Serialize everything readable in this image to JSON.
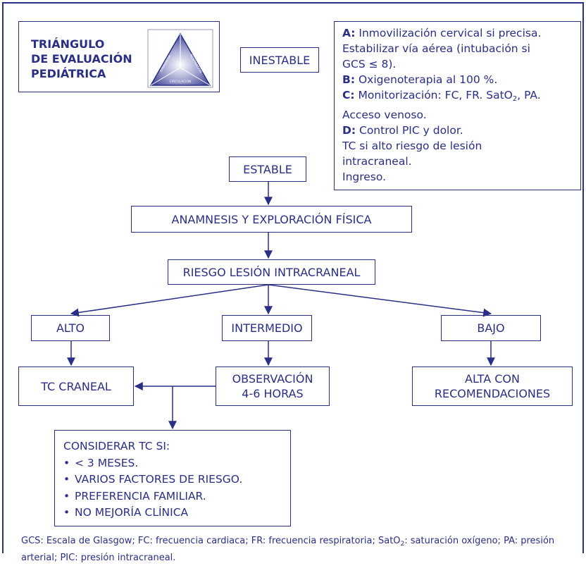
{
  "colors": {
    "primary": "#2a2f86",
    "background": "#ffffff"
  },
  "title": {
    "line1": "TRIÁNGULO",
    "line2": "DE EVALUACIÓN",
    "line3": "PEDIÁTRICA"
  },
  "triangle_labels": {
    "left": "APARIENCIA",
    "right": "RESPIRACIÓN",
    "bottom": "CIRCULACIÓN"
  },
  "nodes": {
    "inestable": "INESTABLE",
    "estable": "ESTABLE",
    "anamnesis": "ANAMNESIS Y EXPLORACIÓN FÍSICA",
    "riesgo": "RIESGO LESIÓN INTRACRANEAL",
    "alto": "ALTO",
    "intermedio": "INTERMEDIO",
    "bajo": "BAJO",
    "tc_craneal": "TC CRANEAL",
    "observacion_1": "OBSERVACIÓN",
    "observacion_2": "4-6 HORAS",
    "alta_1": "ALTA CON",
    "alta_2": "RECOMENDACIONES"
  },
  "abcd": {
    "a_key": "A:",
    "a_text": " Inmovilización cervical si precisa.",
    "a_line2": "Estabilizar vía aérea (intubación si",
    "a_line3": "GCS ≤ 8).",
    "b_key": "B:",
    "b_text": " Oxigenoterapia al 100 %.",
    "c_key": "C:",
    "c_text_1": " Monitorización: FC, FR. SatO",
    "c_sub": "2",
    "c_text_2": ", PA.",
    "c_line2": "Acceso venoso.",
    "d_key": "D:",
    "d_text": " Control PIC y dolor.",
    "tc_line1": "TC si alto riesgo de lesión",
    "tc_line2": "intracraneal.",
    "ingreso": "Ingreso."
  },
  "considerar": {
    "title": "CONSIDERAR TC SI:",
    "items": [
      "< 3 MESES.",
      "VARIOS FACTORES DE RIESGO.",
      "PREFERENCIA FAMILIAR.",
      "NO MEJORÍA CLÍNICA"
    ]
  },
  "footnote": {
    "part1": "GCS: Escala de Glasgow; FC: frecuencia cardiaca; FR: frecuencia respiratoria; SatO",
    "sub": "2",
    "part2": ": saturación oxígeno; PA: presión arterial; PIC: presión intracraneal."
  }
}
